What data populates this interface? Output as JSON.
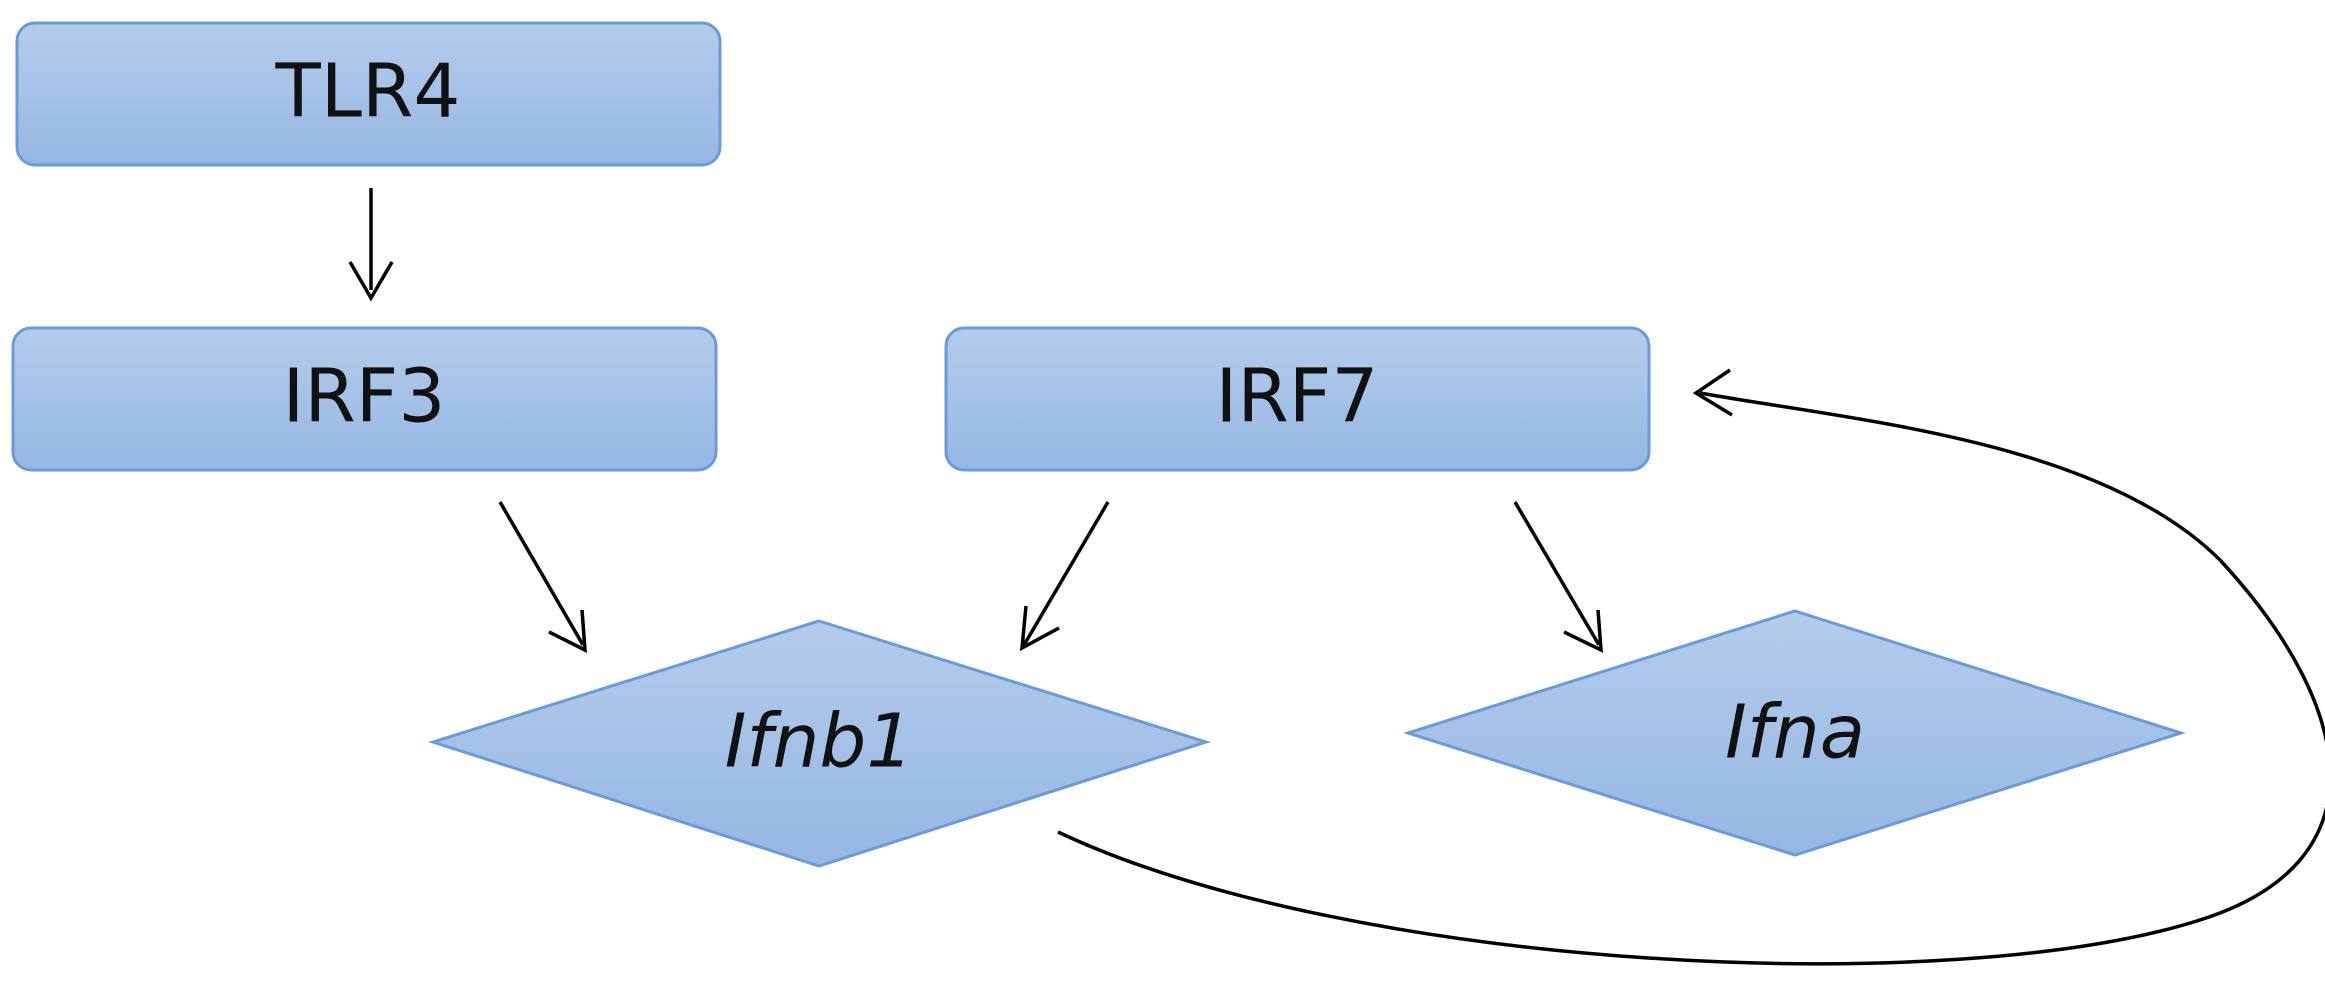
{
  "diagram": {
    "colors": {
      "fill_top": "#b3cceb",
      "fill_bottom": "#95b7e3",
      "stroke": "#6a9bd8",
      "arrow": "#000000"
    },
    "nodes": {
      "tlr4": {
        "label": "TLR4",
        "shape": "rounded-rectangle"
      },
      "irf3": {
        "label": "IRF3",
        "shape": "rounded-rectangle"
      },
      "irf7": {
        "label": "IRF7",
        "shape": "rounded-rectangle"
      },
      "ifnb1": {
        "label": "Ifnb1",
        "shape": "diamond",
        "italic": true
      },
      "ifna": {
        "label": "Ifna",
        "shape": "diamond",
        "italic": true
      }
    },
    "edges": [
      {
        "from": "TLR4",
        "to": "IRF3"
      },
      {
        "from": "IRF3",
        "to": "Ifnb1"
      },
      {
        "from": "IRF7",
        "to": "Ifnb1"
      },
      {
        "from": "IRF7",
        "to": "Ifna"
      },
      {
        "from": "Ifnb1",
        "to": "IRF7",
        "style": "curved"
      }
    ]
  }
}
